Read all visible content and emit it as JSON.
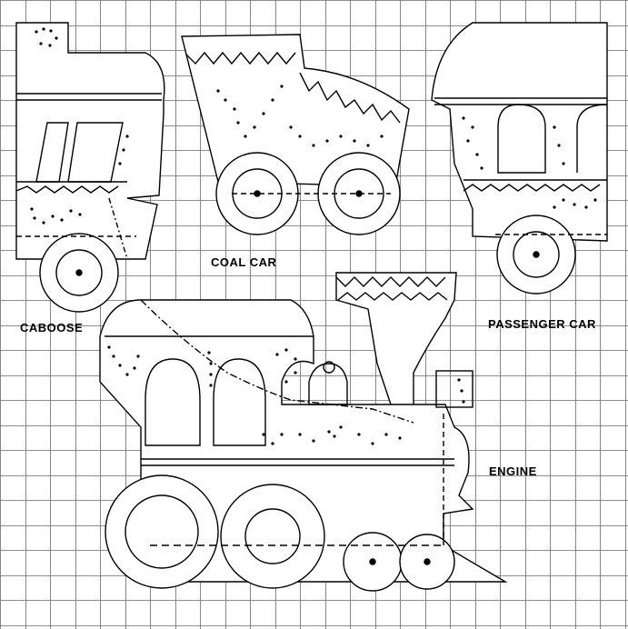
{
  "labels": {
    "caboose": "CABOOSE",
    "coal_car": "COAL CAR",
    "passenger_car": "PASSENGER CAR",
    "engine": "ENGINE"
  },
  "colors": {
    "ink": "#000000",
    "grid": "#6b6b6b",
    "paper": "#ffffff"
  }
}
